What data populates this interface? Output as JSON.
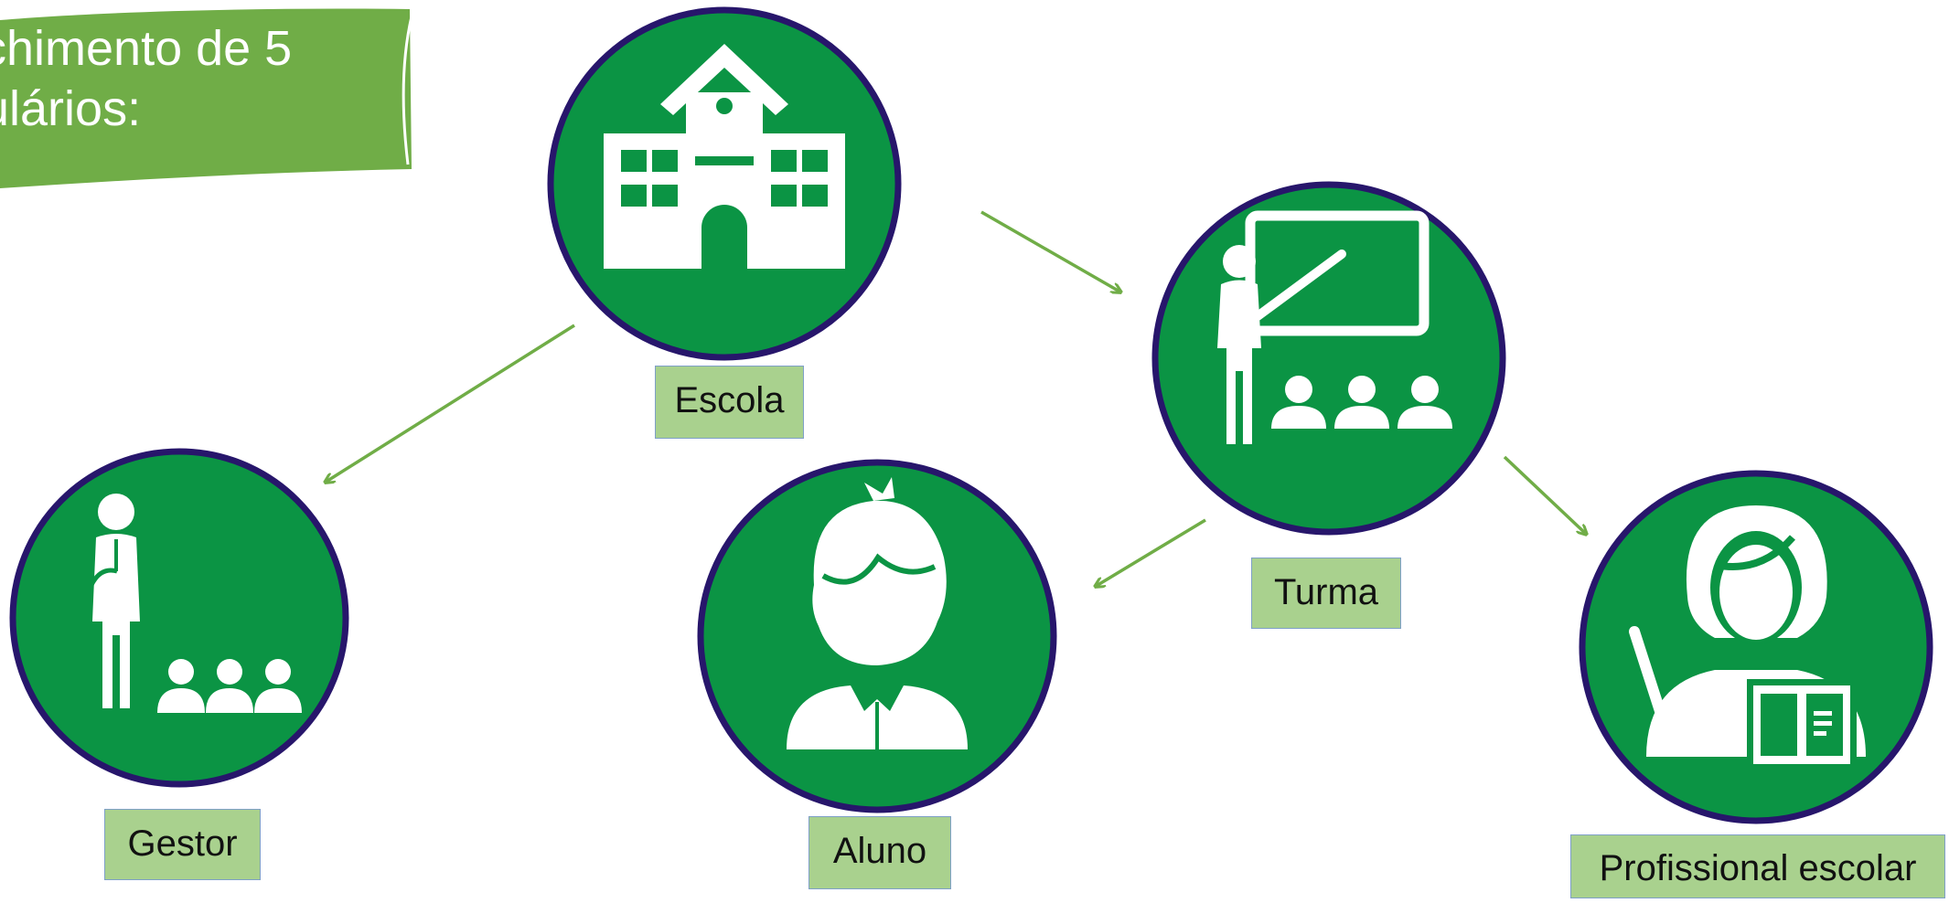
{
  "banner": {
    "text_line1": "chimento de 5",
    "text_line2": "ulários:"
  },
  "nodes": {
    "escola": {
      "label": "Escola",
      "icon": "school-building-icon"
    },
    "turma": {
      "label": "Turma",
      "icon": "teacher-classroom-icon"
    },
    "gestor": {
      "label": "Gestor",
      "icon": "manager-with-group-icon"
    },
    "aluno": {
      "label": "Aluno",
      "icon": "student-icon"
    },
    "profissional": {
      "label": "Profissional escolar",
      "icon": "school-professional-icon"
    }
  },
  "colors": {
    "circle_fill": "#0b9444",
    "circle_border": "#27166b",
    "arrow": "#70ad47",
    "label_fill": "#a9d18e",
    "label_border": "#7fa0c8",
    "banner": "#70ad47"
  }
}
